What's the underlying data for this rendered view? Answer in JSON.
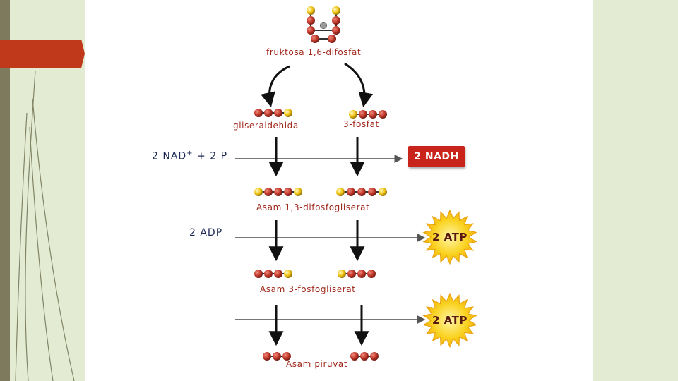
{
  "colors": {
    "carbon": "#c0392b",
    "phosphate": "#f1c40f",
    "label": "#a0281b",
    "reactant": "#1e2a55",
    "nadh_box": "#c8241c",
    "starburst": "#f7c31a",
    "accent": "#c0391b",
    "background": "#e3ecd3"
  },
  "molecules": {
    "fructose": "fruktosa 1,6-difosfat",
    "left_g3p": "gliseraldehida",
    "right_g3p": "3-fosfat",
    "bpg": "Asam 1,3-difosfogliserat",
    "pga": "Asam 3-fosfogliserat",
    "pyruvate": "Asam piruvat"
  },
  "reactants": {
    "nad": "2 NAD",
    "nad_sup": "+",
    "nad_rest": "+ 2 P",
    "adp": "2 ADP"
  },
  "products": {
    "nadh": "2 NADH",
    "atp1": "2 ATP",
    "atp2": "2 ATP"
  },
  "icons": {
    "carbon": "carbon-bead-icon",
    "phosphate": "phosphate-bead-icon",
    "starburst": "starburst-icon"
  }
}
